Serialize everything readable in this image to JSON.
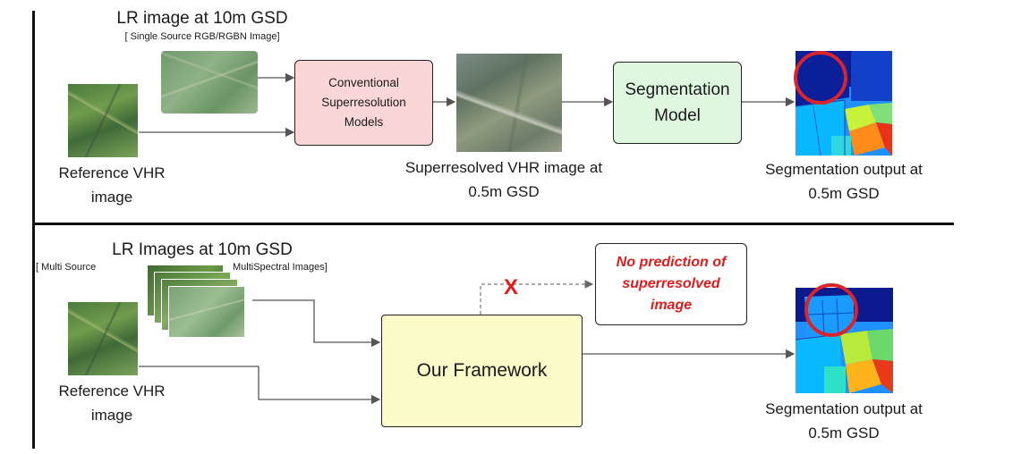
{
  "top": {
    "lr_title": "LR image at 10m GSD",
    "lr_subtitle": "[ Single Source RGB/RGBN Image]",
    "ref_label_line1": "Reference VHR",
    "ref_label_line2": "image",
    "sr_models_line1": "Conventional",
    "sr_models_line2": "Superresolution",
    "sr_models_line3": "Models",
    "sr_image_line1": "Superresolved VHR image at",
    "sr_image_line2": "0.5m GSD",
    "seg_model_line1": "Segmentation",
    "seg_model_line2": "Model",
    "seg_out_line1": "Segmentation output at",
    "seg_out_line2": "0.5m GSD"
  },
  "bottom": {
    "lr_title": "LR Images at 10m GSD",
    "lr_sub_left": "[ Multi Source",
    "lr_sub_right": "MultiSpectral Images]",
    "ref_label_line1": "Reference VHR",
    "ref_label_line2": "image",
    "framework": "Our Framework",
    "cross_mark": "X",
    "no_pred_line1": "No prediction of",
    "no_pred_line2": "superresolved",
    "no_pred_line3": "image",
    "seg_out_line1": "Segmentation output at",
    "seg_out_line2": "0.5m GSD"
  },
  "colors": {
    "sr_box_fill": "#fbd6d6",
    "seg_box_fill": "#dff6df",
    "framework_fill": "#fbfac9",
    "accent_red": "#e01b1b",
    "circle_red": "#d8242a"
  }
}
